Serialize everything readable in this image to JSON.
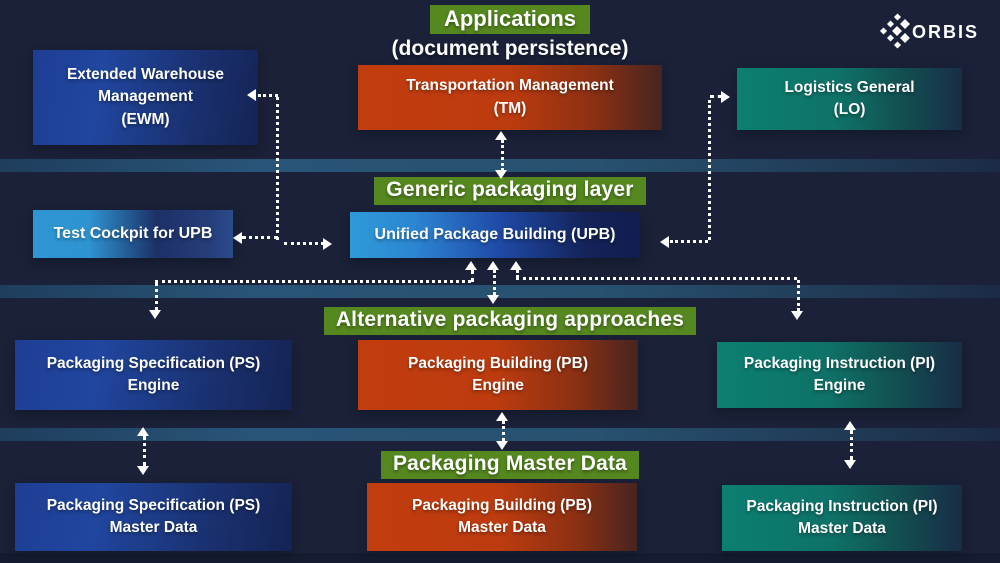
{
  "logo": {
    "name": "ORBIS"
  },
  "headings": {
    "applications": "Applications",
    "applications_sub": "(document persistence)",
    "generic": "Generic packaging layer",
    "alternative": "Alternative packaging approaches",
    "master_data": "Packaging Master Data"
  },
  "boxes": {
    "ewm": {
      "line1": "Extended Warehouse",
      "line2": "Management",
      "line3": "(EWM)"
    },
    "tm": {
      "line1": "Transportation Management",
      "line2": "(TM)"
    },
    "lo": {
      "line1": "Logistics General",
      "line2": "(LO)"
    },
    "test_cockpit": {
      "line1": "Test Cockpit for UPB"
    },
    "upb": {
      "line1": "Unified Package Building (UPB)"
    },
    "ps_engine": {
      "line1": "Packaging Specification (PS)",
      "line2": "Engine"
    },
    "pb_engine": {
      "line1": "Packaging Building (PB)",
      "line2": "Engine"
    },
    "pi_engine": {
      "line1": "Packaging Instruction (PI)",
      "line2": "Engine"
    },
    "ps_master": {
      "line1": "Packaging Specification (PS)",
      "line2": "Master Data"
    },
    "pb_master": {
      "line1": "Packaging Building (PB)",
      "line2": "Master Data"
    },
    "pi_master": {
      "line1": "Packaging Instruction (PI)",
      "line2": "Master Data"
    }
  },
  "colors": {
    "background": "#1a2138",
    "stripe": "#27516f",
    "green": "#55891f",
    "orange": "#c23d0e",
    "royal_blue": "#1d3c8c",
    "sky_blue": "#2f9ad8",
    "teal": "#0c7f72",
    "text": "#ffffff"
  }
}
